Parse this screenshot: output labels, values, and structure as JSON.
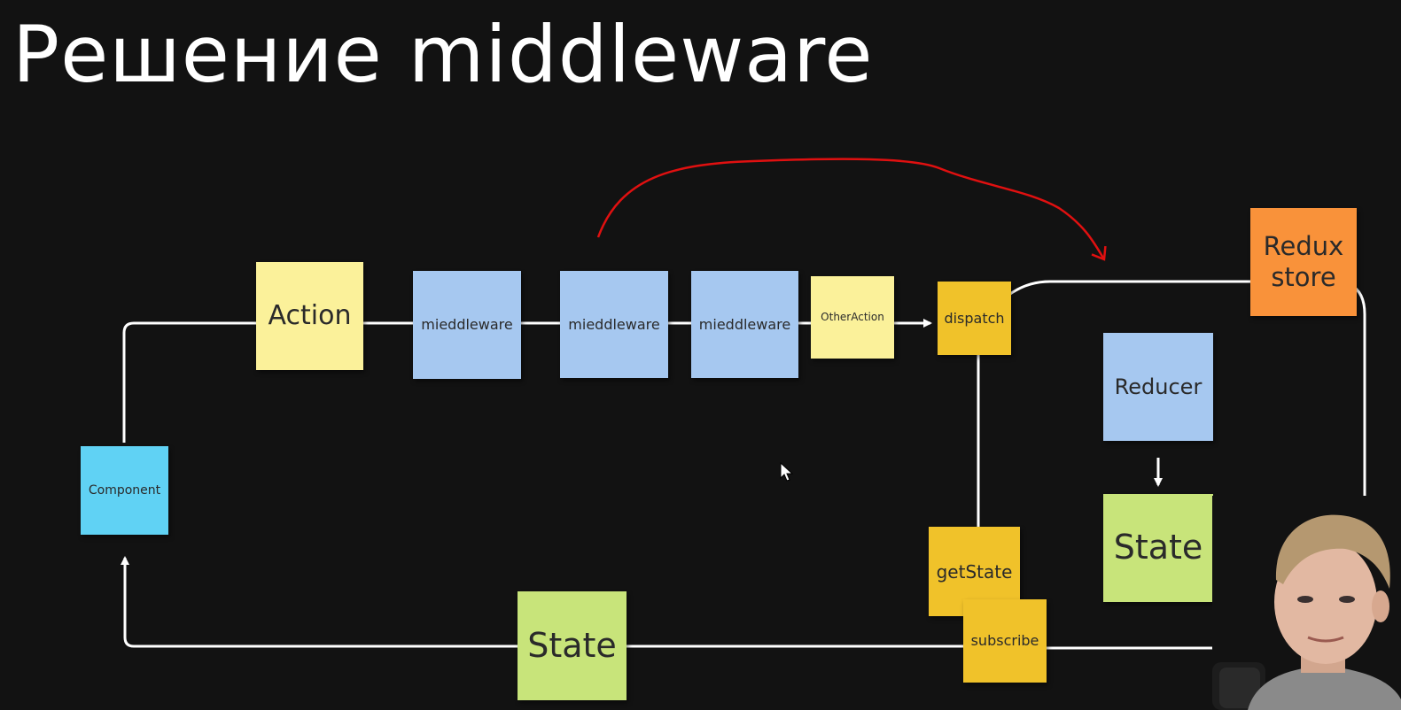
{
  "slide": {
    "title": "Решение middleware"
  },
  "notes": {
    "action": "Action",
    "middleware_1": "mieddleware",
    "middleware_2": "mieddleware",
    "middleware_3": "mieddleware",
    "other_action": "OtherAction",
    "dispatch": "dispatch",
    "redux_store": "Redux\nstore",
    "reducer": "Reducer",
    "store_state": "State",
    "component": "Component",
    "get_state": "getState",
    "subscribe": "subscribe",
    "bottom_state": "State"
  },
  "colors": {
    "background": "#121212",
    "yellow_note": "#fbf19a",
    "blue_note": "#a6c8f0",
    "dark_yellow_note": "#f0c22a",
    "orange_note": "#f9923a",
    "green_note": "#c8e47a",
    "cyan_note": "#60d2f4",
    "flow_line": "#ffffff",
    "annotation_arrow": "#e01010"
  },
  "icons": {
    "cursor": "mouse-pointer-icon",
    "presenter": "presenter-webcam"
  }
}
